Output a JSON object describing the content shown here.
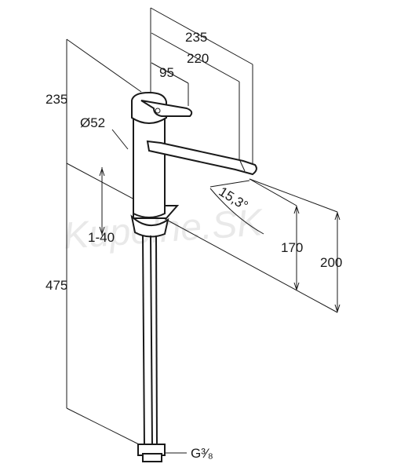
{
  "dimensions": {
    "top_reach": "235",
    "spout_reach": "220",
    "lever_reach": "95",
    "height_above_deck": "235",
    "body_diameter": "Ø52",
    "deck_thickness": "1-40",
    "hose_length": "475",
    "spout_angle": "15,3°",
    "spout_height": "170",
    "overall_height": "200",
    "connection_thread": "G³⁄₈"
  },
  "watermark": "Kupelne.SK"
}
